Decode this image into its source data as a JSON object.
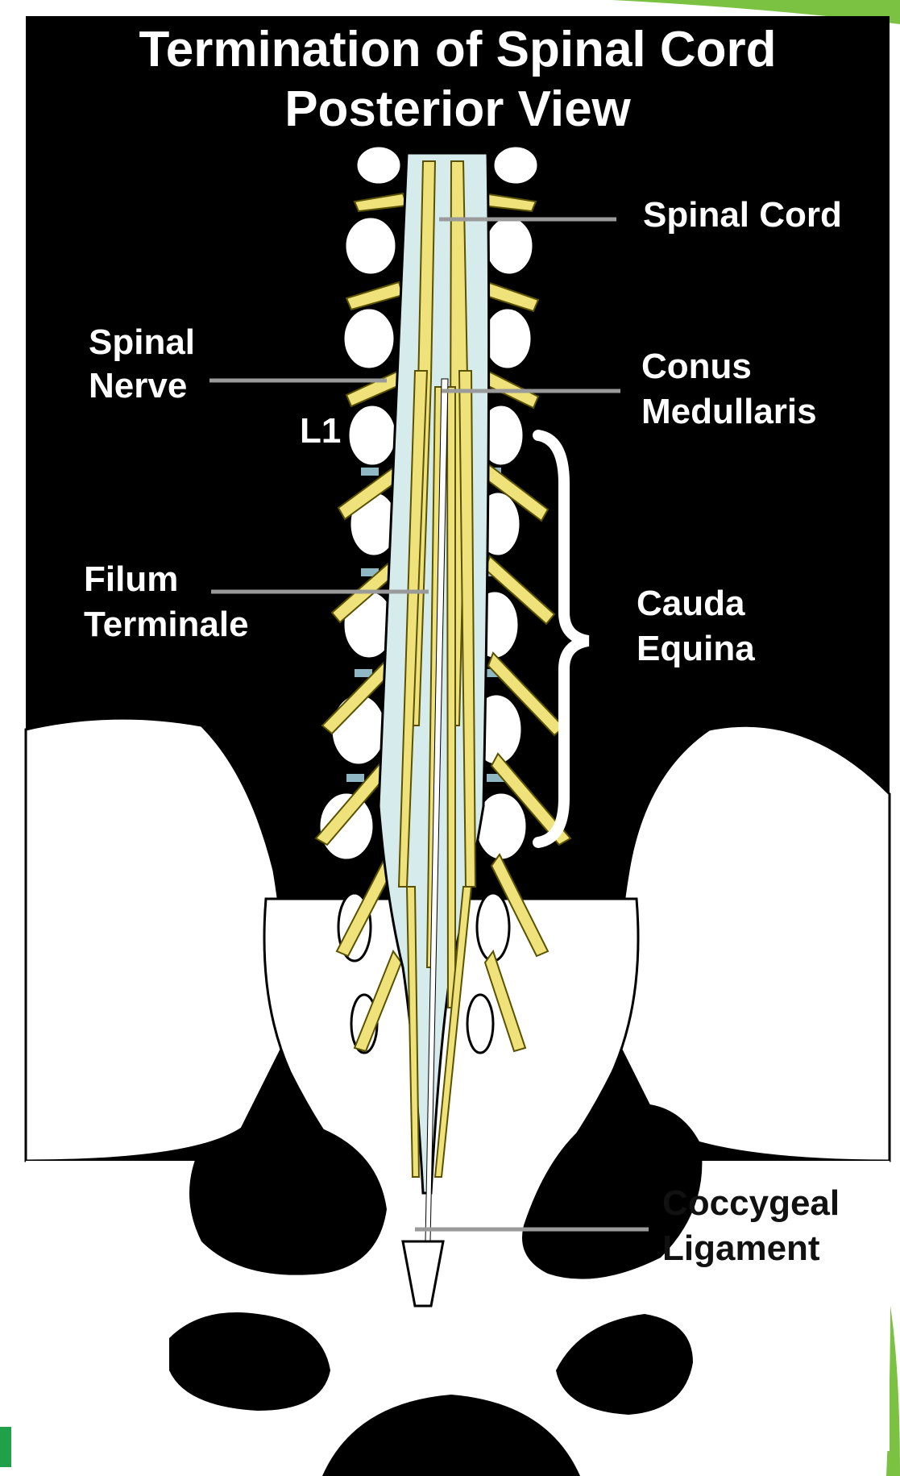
{
  "title": {
    "line1": "Termination of Spinal Cord",
    "line2": "Posterior View"
  },
  "labels": {
    "spinal_cord": "Spinal Cord",
    "spinal_nerve_line1": "Spinal",
    "spinal_nerve_line2": "Nerve",
    "l1": "L1",
    "conus_line1": "Conus",
    "conus_line2": "Medullaris",
    "filum_line1": "Filum",
    "filum_line2": "Terminale",
    "cauda_line1": "Cauda",
    "cauda_line2": "Equina",
    "coccygeal_line1": "Coccygeal",
    "coccygeal_line2": "Ligament"
  },
  "colors": {
    "background": "#000000",
    "bone": "#ffffff",
    "dura": "#d6ecec",
    "nerve": "#efe27a",
    "nerve_outline": "#5a5200",
    "disc": "#8fb8c4",
    "leader_line": "#9a9a9a",
    "text_on_dark": "#ffffff",
    "text_on_light": "#111111",
    "slide_accent": "#7cc242"
  }
}
